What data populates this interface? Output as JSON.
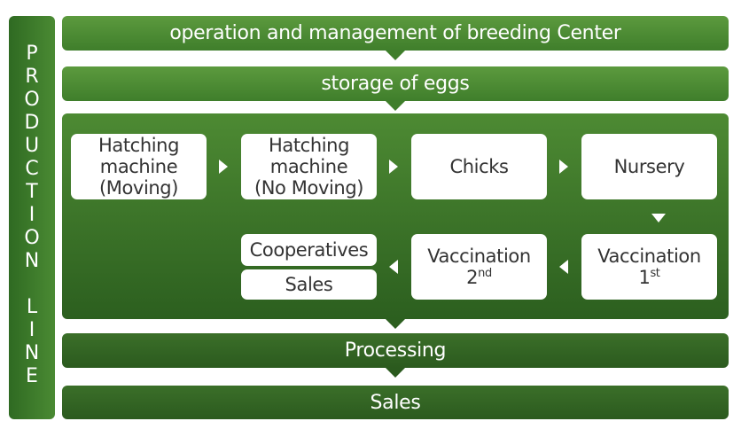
{
  "side_label": {
    "letters": [
      "P",
      "R",
      "O",
      "D",
      "U",
      "C",
      "T",
      "I",
      "O",
      "N",
      "",
      "L",
      "I",
      "N",
      "E"
    ]
  },
  "bands": {
    "top1": "operation and management of breeding Center",
    "top2": "storage of eggs",
    "processing": "Processing",
    "sales": "Sales"
  },
  "steps": {
    "hatching_moving": [
      "Hatching",
      "machine",
      "(Moving)"
    ],
    "hatching_no_moving": [
      "Hatching",
      "machine",
      "(No Moving)"
    ],
    "chicks": "Chicks",
    "nursery": "Nursery",
    "vaccination_1": {
      "label": "Vaccination",
      "number": "1",
      "suffix": "st"
    },
    "vaccination_2": {
      "label": "Vaccination",
      "number": "2",
      "suffix": "nd"
    },
    "cooperatives": "Cooperatives",
    "sales": "Sales"
  },
  "colors": {
    "green_light": "#4a8a33",
    "green_dark": "#2b5a1e",
    "box": "#ffffff",
    "text_box": "#333333"
  }
}
